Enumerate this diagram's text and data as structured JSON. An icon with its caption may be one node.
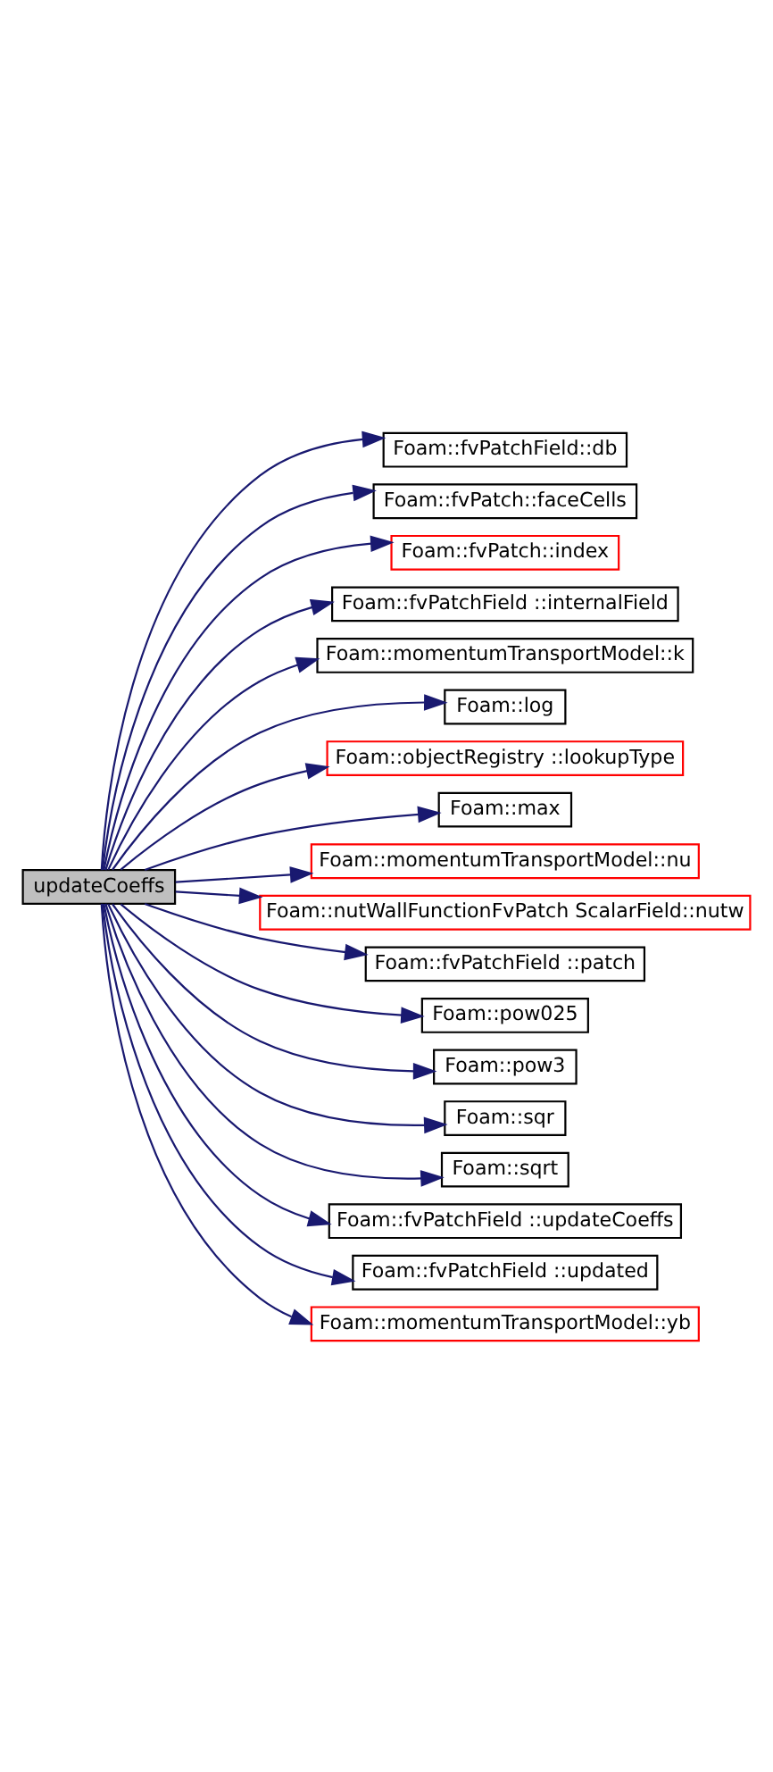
{
  "diagram": {
    "nodes": [
      {
        "text": [
          "updateCoeffs"
        ]
      },
      {
        "text": [
          "Foam::fvPatchField::db"
        ]
      },
      {
        "text": [
          "Foam::fvPatch::faceCells"
        ]
      },
      {
        "text": [
          "Foam::fvPatch::index"
        ]
      },
      {
        "text": [
          "Foam::fvPatchField ::internalField"
        ]
      },
      {
        "text": [
          "Foam::momentumTransportModel::k"
        ]
      },
      {
        "text": [
          "Foam::log"
        ]
      },
      {
        "text": [
          "Foam::objectRegistry ::lookupType"
        ]
      },
      {
        "text": [
          "Foam::max"
        ]
      },
      {
        "text": [
          "Foam::momentumTransportModel::nu"
        ]
      },
      {
        "text": [
          "Foam::nutWallFunctionFvPatch ScalarField::nutw"
        ]
      },
      {
        "text": [
          "Foam::fvPatchField ::patch"
        ]
      },
      {
        "text": [
          "Foam::pow025"
        ]
      },
      {
        "text": [
          "Foam::pow3"
        ]
      },
      {
        "text": [
          "Foam::sqr"
        ]
      },
      {
        "text": [
          "Foam::sqrt"
        ]
      },
      {
        "text": [
          "Foam::fvPatchField ::updateCoeffs"
        ]
      },
      {
        "text": [
          "Foam::fvPatchField ::updated"
        ]
      },
      {
        "text": [
          "Foam::momentumTransportModel::yb"
        ]
      }
    ],
    "edges": [
      {
        "from": 0,
        "to": 1,
        "arrow": "to"
      },
      {
        "from": 0,
        "to": 2,
        "arrow": "to"
      },
      {
        "from": 0,
        "to": 3,
        "arrow": "to"
      },
      {
        "from": 0,
        "to": 4,
        "arrow": "to"
      },
      {
        "from": 0,
        "to": 5,
        "arrow": "to"
      },
      {
        "from": 0,
        "to": 6,
        "arrow": "to"
      },
      {
        "from": 0,
        "to": 7,
        "arrow": "to"
      },
      {
        "from": 0,
        "to": 8,
        "arrow": "to"
      },
      {
        "from": 0,
        "to": 9,
        "arrow": "to"
      },
      {
        "from": 0,
        "to": 10,
        "arrow": "to"
      },
      {
        "from": 0,
        "to": 11,
        "arrow": "to"
      },
      {
        "from": 0,
        "to": 12,
        "arrow": "to"
      },
      {
        "from": 0,
        "to": 13,
        "arrow": "to"
      },
      {
        "from": 0,
        "to": 14,
        "arrow": "to"
      },
      {
        "from": 0,
        "to": 15,
        "arrow": "to"
      },
      {
        "from": 0,
        "to": 16,
        "arrow": "to"
      },
      {
        "from": 0,
        "to": 17,
        "arrow": "to"
      },
      {
        "from": 0,
        "to": 18,
        "arrow": "to"
      }
    ]
  }
}
